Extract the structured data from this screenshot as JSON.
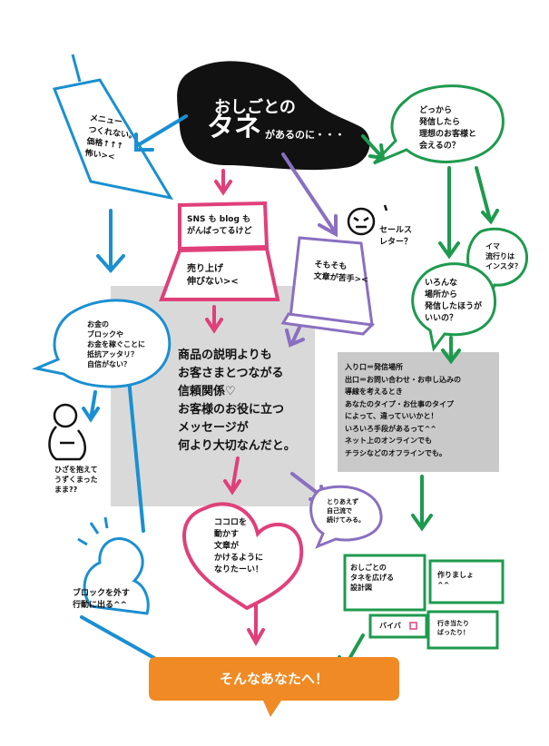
{
  "title": {
    "line1": "おしごとの",
    "big": "タネ",
    "rest": "があるのに・・・"
  },
  "menu_tag": {
    "text": "メニュー\nつくれない。\n価格↑↑↑\n怖い><"
  },
  "top_right_bubble": {
    "text": "どっから\n発信したら\n理想のお客様と\n会えるの？"
  },
  "sns_box": {
    "text": "SNS も blog も\nがんばってるけど"
  },
  "sales_label": {
    "text": "売り上げ\n伸びない><"
  },
  "sales_letter": {
    "text": "セールス\nレター？"
  },
  "writing_paper": {
    "text": "そもそも\n文章が苦手><"
  },
  "insta_bubble": {
    "text": "イマ\n流行りは\nインスタ？"
  },
  "place_bubble": {
    "text": "いろんな\n場所から\n発信したほうが\nいいの？"
  },
  "money_bubble": {
    "text": "お金の\nブロックや\nお金を稼ぐことに\n抵抗アッタリ？\n自信がない？"
  },
  "knees_caption": {
    "text": "ひざを抱えて\nうずくまった\nまま??"
  },
  "center_message": {
    "text": "商品の説明よりも\nお客さまとつながる\n信頼関係♡\nお客様のお役に立つ\nメッセージが\n何より大切なんだと。"
  },
  "entrance_box": {
    "text": "入り口＝発信場所\n出口＝お問い合わせ・お申し込みの\n導線を考えるとき\nあなたのタイプ・お仕事のタイプ\nによって、違っていいかと！\nいろいろ手段があるって^^\nネット上のオンラインでも\nチラシなどのオフラインでも。"
  },
  "self_bubble": {
    "text": "とりあえず\n自己流で\n続けてみる。"
  },
  "heart": {
    "text": "ココロを\n動かす\n文章が\nかけるように\nなりたーい！"
  },
  "block_person": {
    "text": "ブロックを外す\n行動に出る^^"
  },
  "green_boxes": {
    "design": "おしごとの\nタネを広げる\n設計図",
    "make": "作りましょ\n^^",
    "bye": "バイバ",
    "random": "行き当たり\nばったり！"
  },
  "cta_button": {
    "label": "そんなあなたへ！"
  },
  "colors": {
    "blue": "#1a8fd1",
    "green": "#1e9a4e",
    "pink": "#e0407a",
    "purple": "#8a6fc0",
    "orange": "#f08a24",
    "gray": "#d9d9d9",
    "black": "#111111"
  }
}
